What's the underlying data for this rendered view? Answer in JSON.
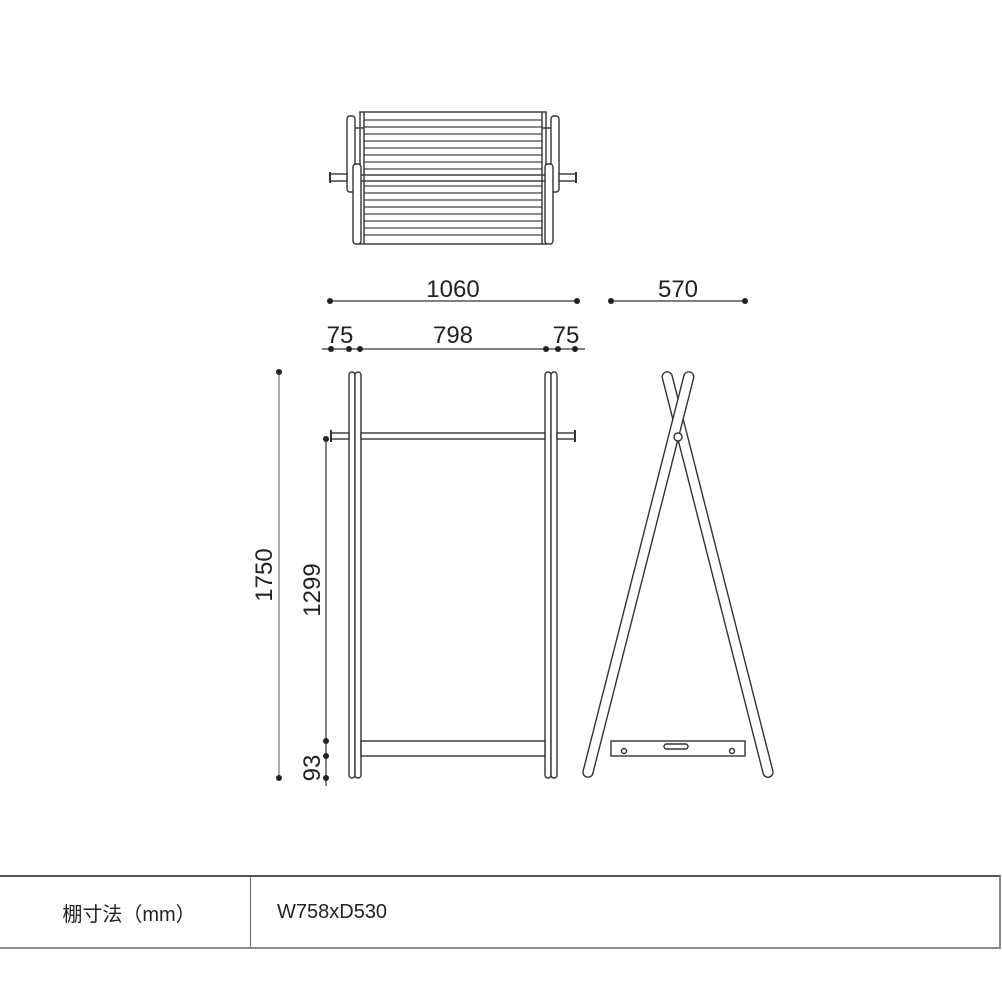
{
  "drawing": {
    "top_view": {
      "label": "top-view"
    },
    "front_view": {
      "label": "front-view"
    },
    "side_view": {
      "label": "side-view"
    },
    "dimensions": {
      "overall_width": "1060",
      "overall_depth": "570",
      "left_offset": "75",
      "inner_width": "798",
      "right_offset": "75",
      "overall_height": "1750",
      "rail_height": "1299",
      "shelf_height": "93"
    }
  },
  "spec_table": {
    "rows": [
      {
        "label": "棚寸法（mm）",
        "value": "W758xD530"
      }
    ]
  }
}
